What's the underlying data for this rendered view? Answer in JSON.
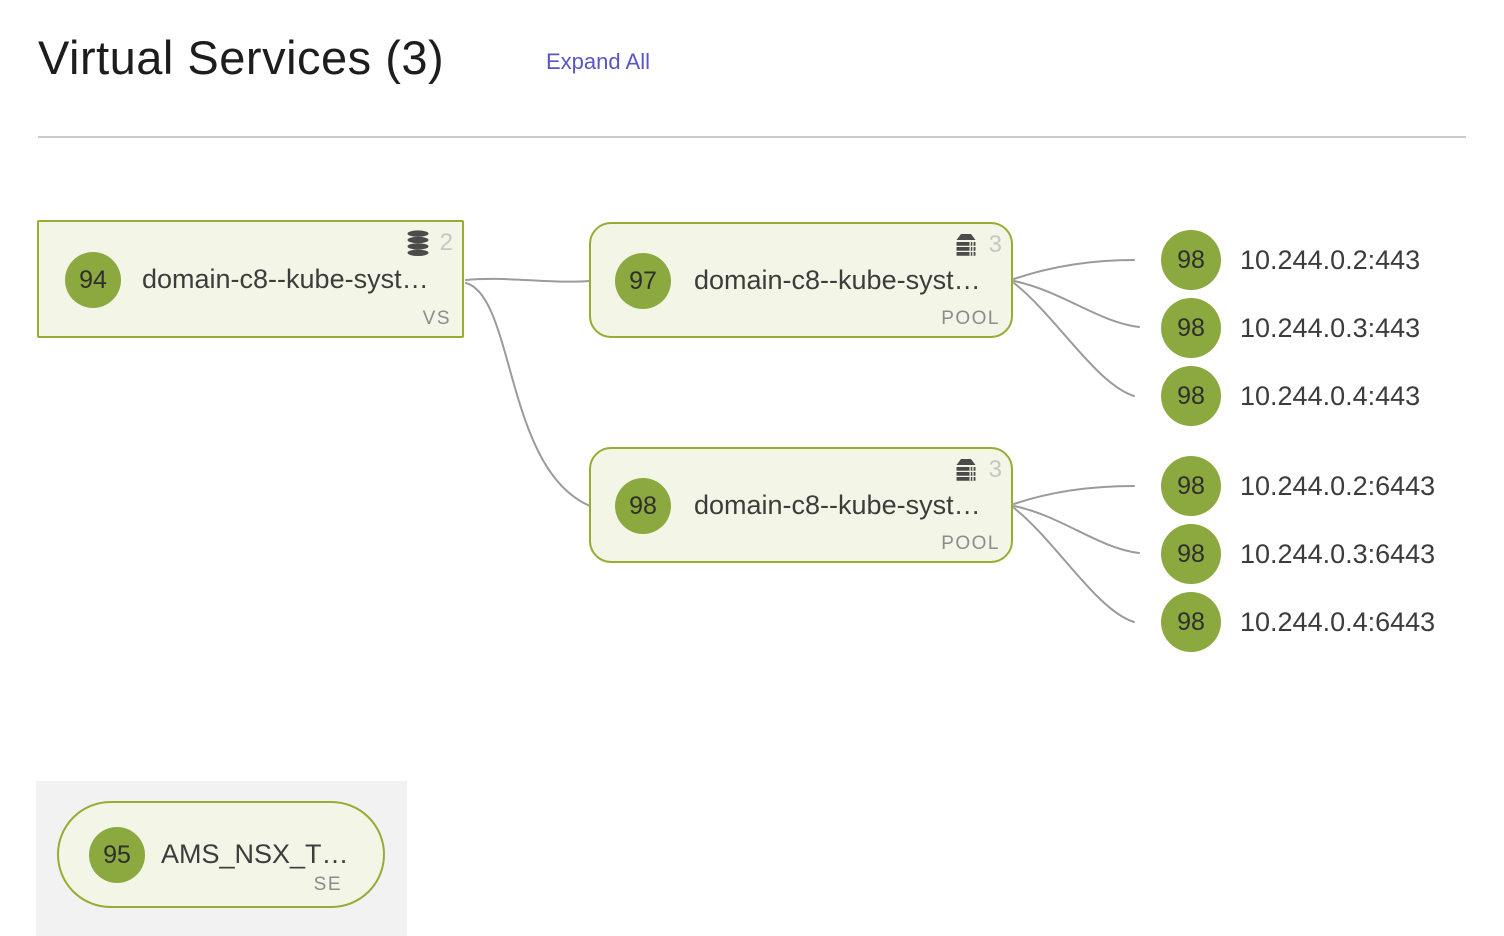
{
  "header": {
    "title": "Virtual Services (3)",
    "expand_all_label": "Expand All"
  },
  "colors": {
    "health_green": "#8ca93f",
    "node_border": "#96ac33",
    "node_background": "#f3f5e6",
    "link_accent": "#5a54c4",
    "connector_gray": "#9b9b9b"
  },
  "topology": {
    "vs": {
      "score": "94",
      "name": "domain-c8--kube-syst…",
      "type_label": "VS",
      "child_count": "2",
      "icon": "database-icon"
    },
    "pools": [
      {
        "score": "97",
        "name": "domain-c8--kube-syst…",
        "type_label": "POOL",
        "server_count": "3",
        "icon": "server-rack-icon",
        "servers": [
          {
            "score": "98",
            "address": "10.244.0.2:443"
          },
          {
            "score": "98",
            "address": "10.244.0.3:443"
          },
          {
            "score": "98",
            "address": "10.244.0.4:443"
          }
        ]
      },
      {
        "score": "98",
        "name": "domain-c8--kube-syst…",
        "type_label": "POOL",
        "server_count": "3",
        "icon": "server-rack-icon",
        "servers": [
          {
            "score": "98",
            "address": "10.244.0.2:6443"
          },
          {
            "score": "98",
            "address": "10.244.0.3:6443"
          },
          {
            "score": "98",
            "address": "10.244.0.4:6443"
          }
        ]
      }
    ],
    "service_engine": {
      "score": "95",
      "name": "AMS_NSX_T…",
      "type_label": "SE"
    }
  }
}
